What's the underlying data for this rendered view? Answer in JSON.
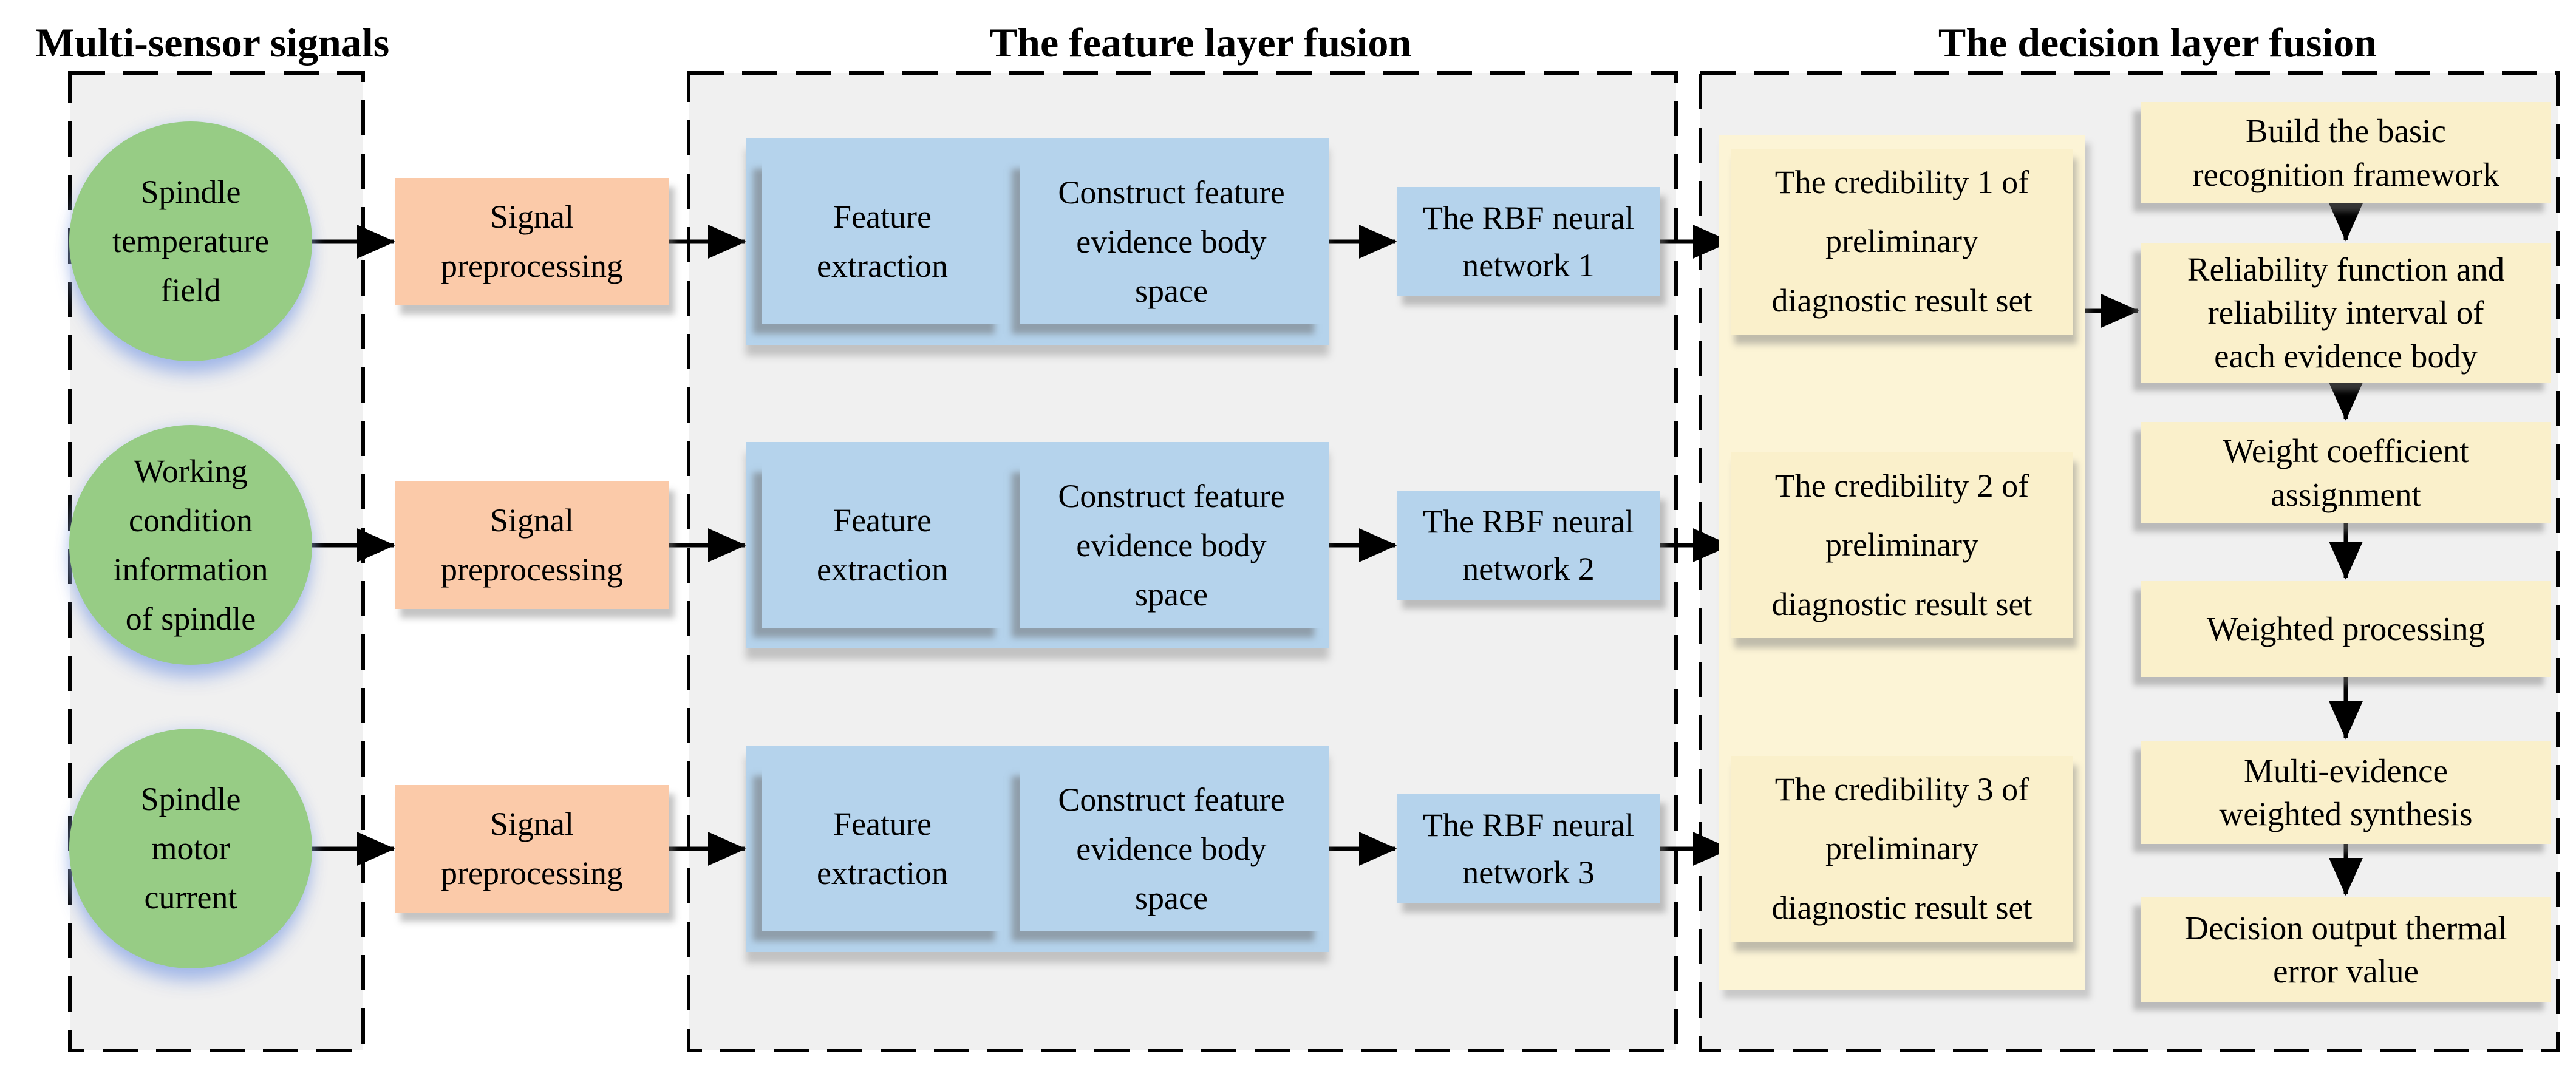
{
  "diagram": {
    "sections": [
      {
        "title": "Multi-sensor signals"
      },
      {
        "title": "The feature layer fusion"
      },
      {
        "title": "The decision layer fusion"
      }
    ],
    "sources": [
      [
        "Spindle",
        "temperature",
        "field"
      ],
      [
        "Working",
        "condition",
        "information",
        "of spindle"
      ],
      [
        "Spindle",
        "motor",
        "current"
      ]
    ],
    "preprocessing": [
      "Signal",
      "preprocessing"
    ],
    "feature_rows": [
      {
        "extraction": [
          "Feature",
          "extraction"
        ],
        "construct": [
          "Construct feature",
          "evidence body",
          "space"
        ],
        "rbf": [
          "The RBF neural",
          "network 1"
        ]
      },
      {
        "extraction": [
          "Feature",
          "extraction"
        ],
        "construct": [
          "Construct feature",
          "evidence body",
          "space"
        ],
        "rbf": [
          "The RBF neural",
          "network 2"
        ]
      },
      {
        "extraction": [
          "Feature",
          "extraction"
        ],
        "construct": [
          "Construct feature",
          "evidence body",
          "space"
        ],
        "rbf": [
          "The RBF neural",
          "network 3"
        ]
      }
    ],
    "credibility": [
      [
        "The credibility 1 of",
        "preliminary",
        "diagnostic result set"
      ],
      [
        "The credibility 2 of",
        "preliminary",
        "diagnostic result set"
      ],
      [
        "The credibility 3 of",
        "preliminary",
        "diagnostic result set"
      ]
    ],
    "decision_steps": [
      [
        "Build the basic",
        "recognition framework"
      ],
      [
        "Reliability function and",
        "reliability interval of",
        "each evidence body"
      ],
      [
        "Weight coefficient",
        "assignment"
      ],
      [
        "Weighted processing"
      ],
      [
        "Multi-evidence",
        "weighted synthesis"
      ],
      [
        "Decision output thermal",
        "error value"
      ]
    ],
    "colors": {
      "source_fill": "#97cc85",
      "preprocessing_fill": "#fbcaa9",
      "feature_fill": "#b5d3ec",
      "decision_fill": "#faf0cb",
      "decision_backdrop_fill": "#fcf4d6",
      "container_fill": "#f0f0f0",
      "border": "#000000",
      "arrow": "#000000",
      "text": "#000000"
    }
  }
}
